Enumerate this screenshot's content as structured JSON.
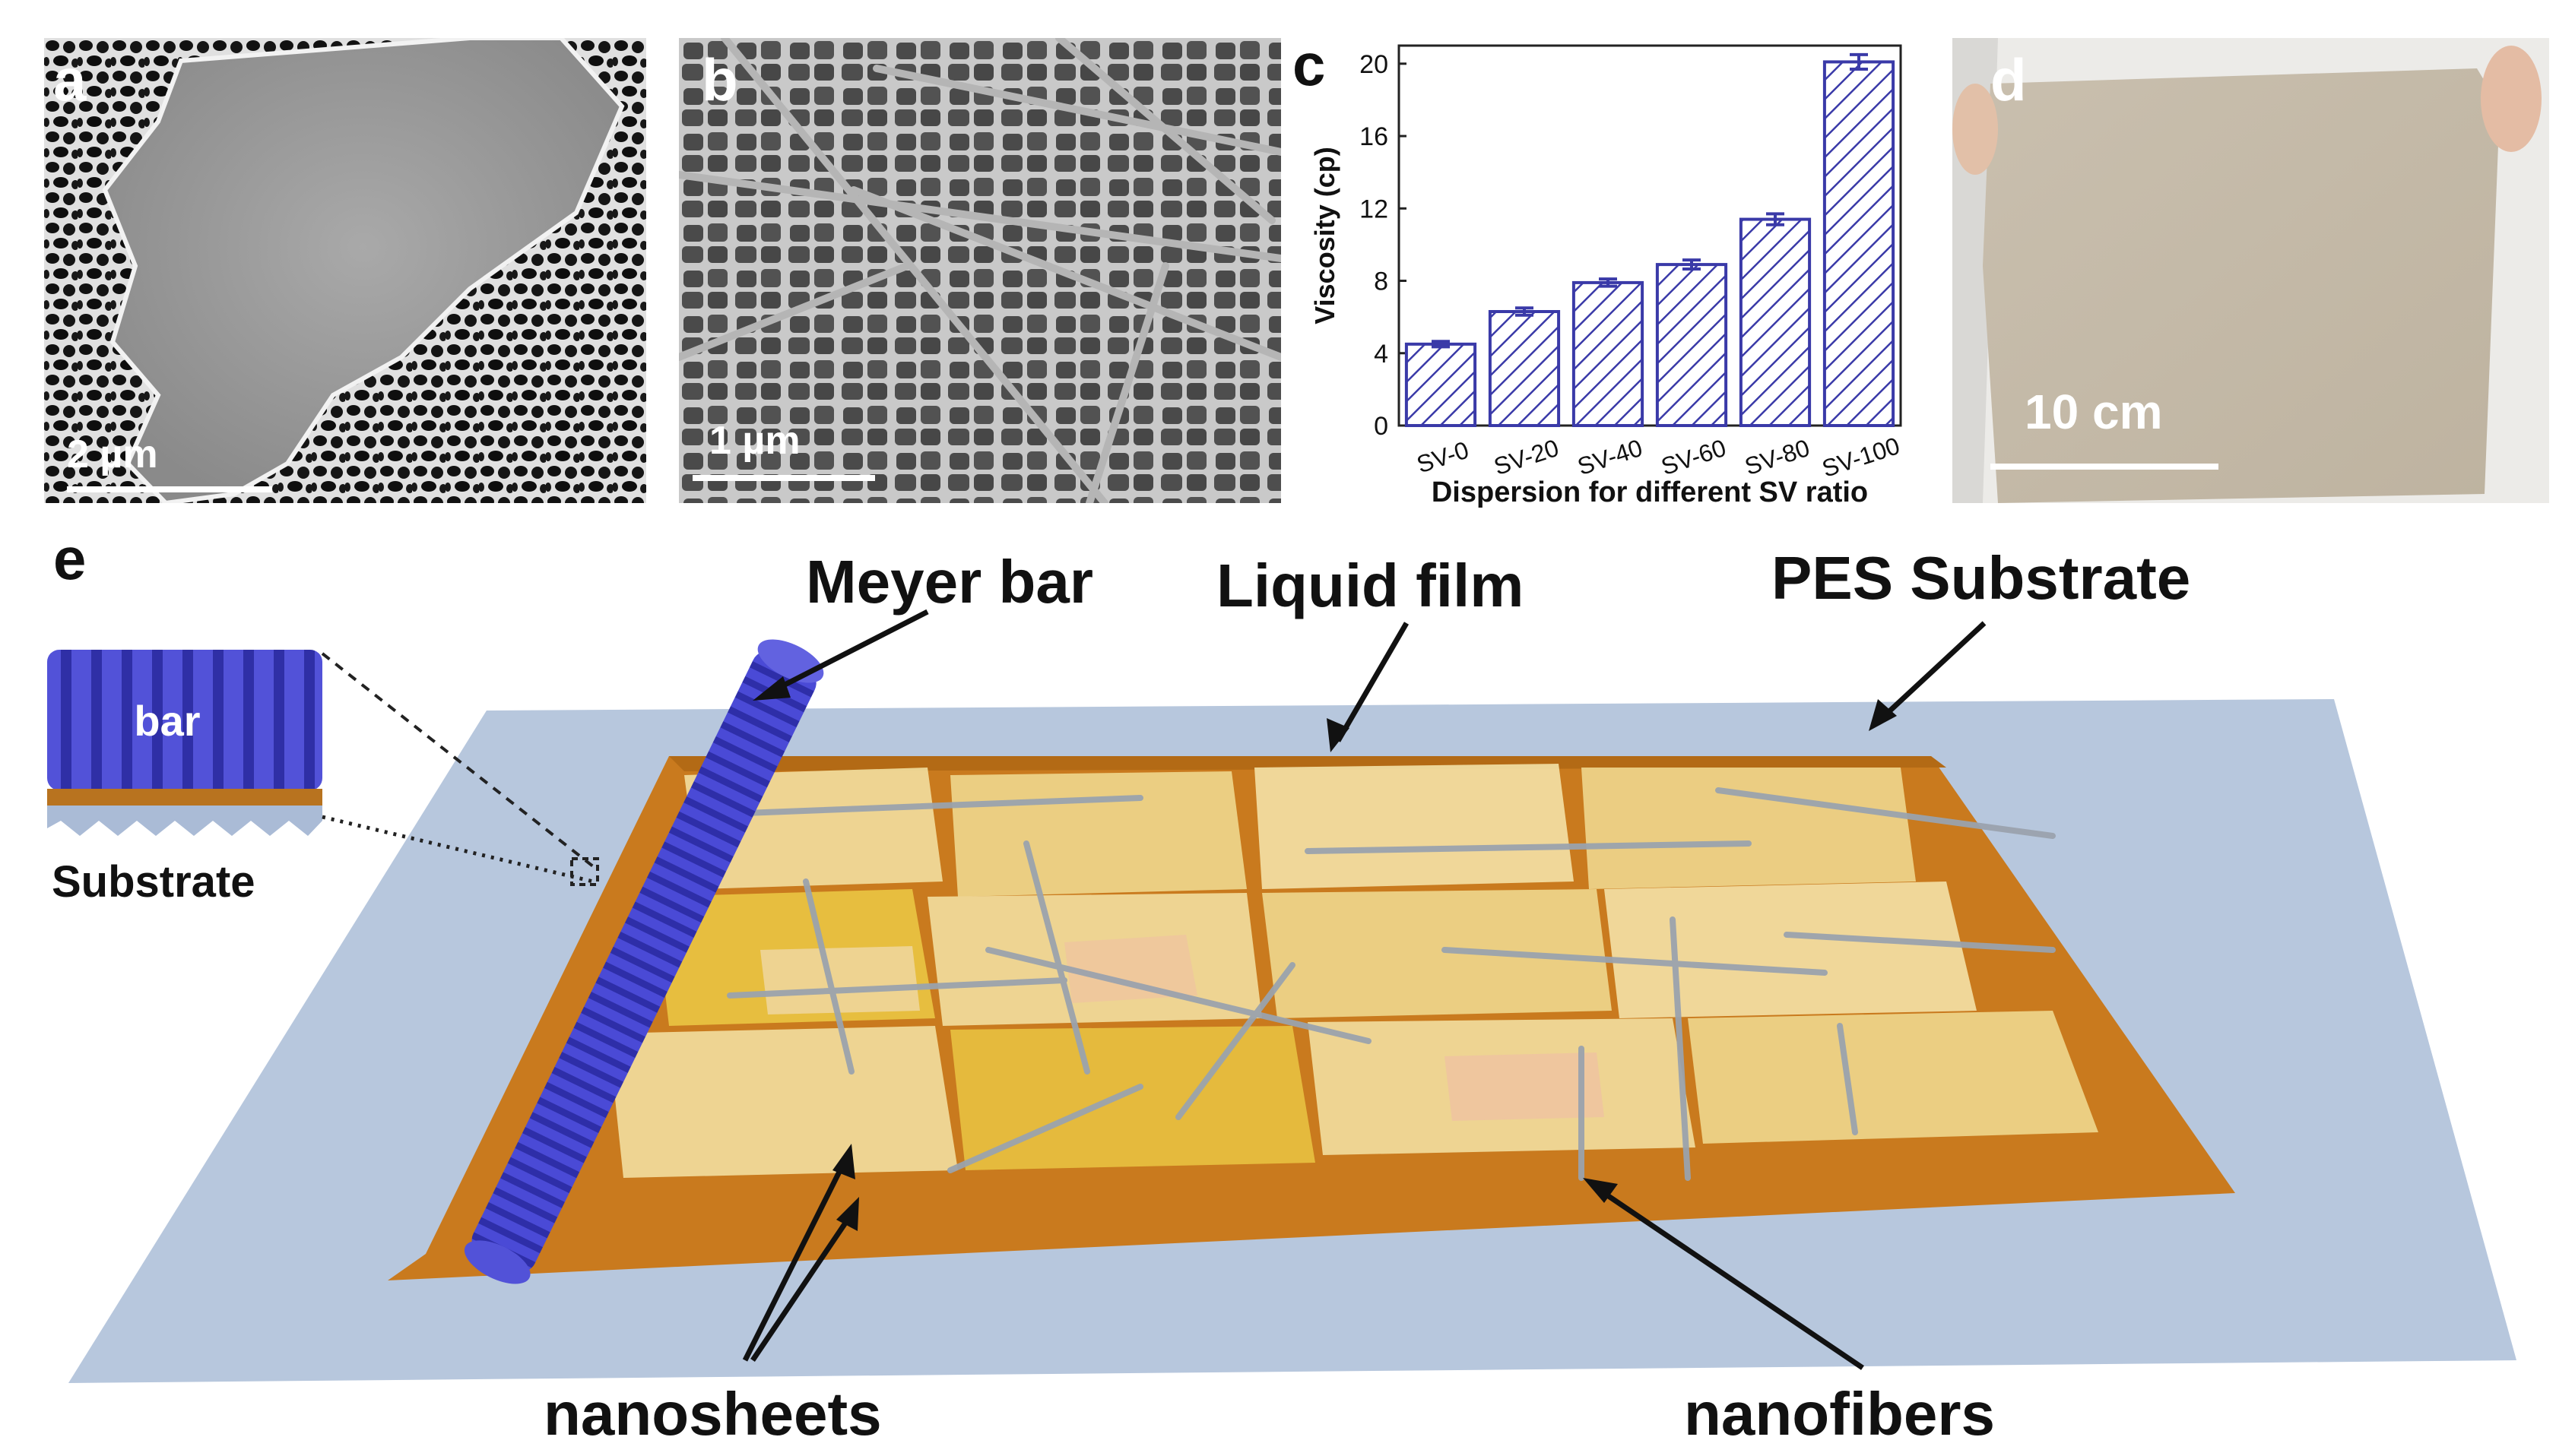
{
  "panels": {
    "a": {
      "letter": "a",
      "scale_label": "2 µm"
    },
    "b": {
      "letter": "b",
      "scale_label": "1 µm"
    },
    "c": {
      "letter": "c"
    },
    "d": {
      "letter": "d",
      "scale_label": "10 cm"
    },
    "e": {
      "letter": "e"
    }
  },
  "chart_data": {
    "type": "bar",
    "categories": [
      "SV-0",
      "SV-20",
      "SV-40",
      "SV-60",
      "SV-80",
      "SV-100"
    ],
    "values": [
      4.5,
      6.3,
      7.9,
      8.9,
      11.4,
      20.1
    ],
    "errors": [
      0.15,
      0.2,
      0.2,
      0.25,
      0.3,
      0.4
    ],
    "title": "",
    "xlabel": "Dispersion for different SV ratio",
    "ylabel": "Viscosity (cp)",
    "ylim": [
      0,
      21
    ],
    "yticks": [
      0,
      4,
      8,
      12,
      16,
      20
    ],
    "bar_color": "#3a3aa8",
    "bar_fill": "hatched"
  },
  "diagram": {
    "labels": {
      "meyer_bar": "Meyer bar",
      "liquid_film": "Liquid film",
      "pes_substrate": "PES Substrate",
      "nanosheets": "nanosheets",
      "nanofibers": "nanofibers",
      "inset_bar": "bar",
      "inset_substrate": "Substrate"
    },
    "colors": {
      "substrate": "#b7c7dd",
      "liquid_film": "#c97a1e",
      "nanosheet": "#f2dfa0",
      "nanosheet_bright": "#f0d44a",
      "bar": "#4646cc",
      "nanofiber": "#9aa3ad"
    }
  }
}
